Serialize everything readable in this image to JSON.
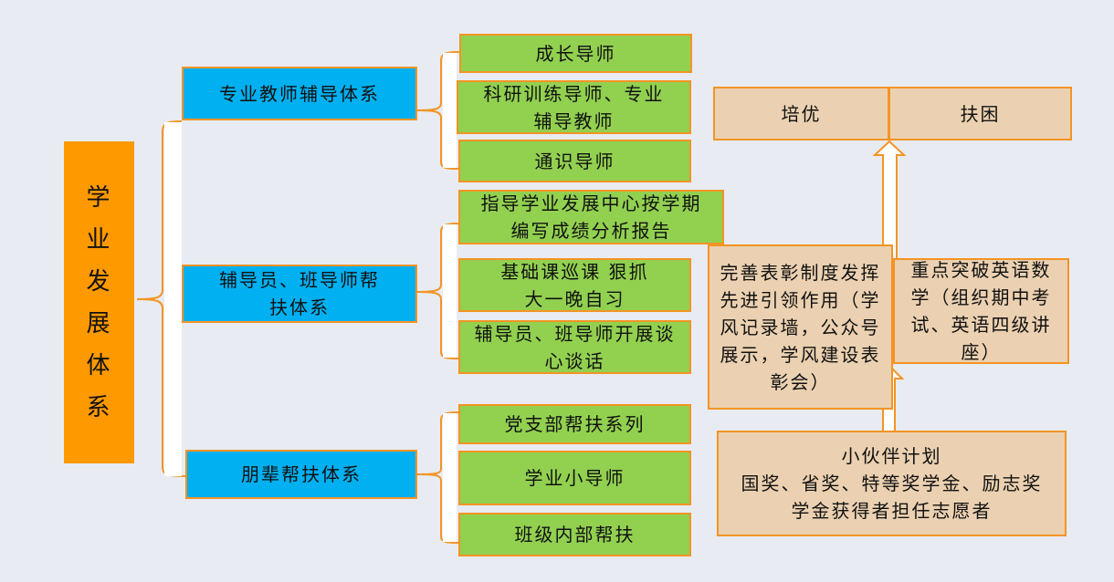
{
  "root": {
    "label": "学\n业\n发\n展\n体\n系"
  },
  "systems": [
    {
      "label": "专业教师辅导体系",
      "items": [
        "成长导师",
        "科研训练导师、专业辅导教师",
        "通识导师"
      ]
    },
    {
      "label": "辅导员、班导师帮扶体系",
      "items": [
        "指导学业发展中心按学期编写成绩分析报告",
        "基础课巡课 狠抓大一晚自习",
        "辅导员、班导师开展谈心谈话"
      ]
    },
    {
      "label": "朋辈帮扶体系",
      "items": [
        "党支部帮扶系列",
        "学业小导师",
        "班级内部帮扶"
      ]
    }
  ],
  "right": {
    "top": [
      "培优",
      "扶困"
    ],
    "honor": "完善表彰制度发挥先进引领作用（学风记录墙，公众号展示，学风建设表彰会）",
    "focus": "重点突破英语数学（组织期中考试、英语四级讲座）",
    "partner_title": "小伙伴计划",
    "partner_desc": "国奖、省奖、特等奖学金、励志奖学金获得者担任志愿者"
  },
  "colors": {
    "root": "#FF9900",
    "blue": "#00B0F0",
    "green": "#92D050",
    "tan": "#EBD1B1",
    "border": "#F39424"
  }
}
